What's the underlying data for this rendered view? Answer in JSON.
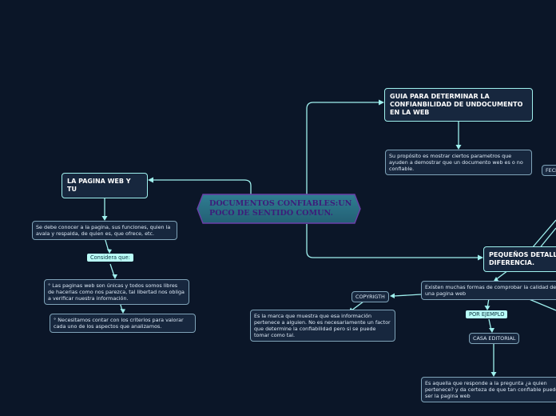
{
  "center": {
    "label": "DOCUMENTOS CONFIABLES:UN POCO DE SENTIDO COMUN."
  },
  "nodes": {
    "guia": "GUIA PARA DETERMINAR LA CONFIANBILIDAD DE UNDOCUMENTO EN LA WEB",
    "proposito": "Su propósito es mostrar ciertos parametros que ayuden a demostrar que un documento web es o no confiable.",
    "fecha": "FECH",
    "pagina_web": "LA PAGINA WEB Y TU",
    "conocer": "Se debe conocer a la pagina, sus funciones, quien la avala y respalda, de quien es, que ofrece, etc.",
    "considera": "Considera que:",
    "paginas_unicas": "° Las paginas web son únicas y todos somos libres de hacerlas como nos parezca, tal libertad nos obliga a verificar nuestra información.",
    "criterios": "° Necesitamos contar con los criterios para valorar cada uno de los aspectos que analizamos.",
    "pequenos": "PEQUEÑOS DETALL DIFERENCIA.",
    "existen": "Existen muchas formas de comprobar la calidad de una pagina web",
    "copyright": "COPYRIGTH",
    "marca": "Es la marca que muestra que esa información pertenece a alguien. No es necesariamente un factor que determine la confiabilidad pero si se puede tomar como tal.",
    "por_ejemplo": "POR EJEMPLO",
    "casa": "CASA EDITORIAL",
    "aquella": "Es aquella que responde a la pregunta ¿a quien pertenece? y da certeza de que tan confiable puede ser la pagina web"
  },
  "colors": {
    "background": "#0b1628",
    "link": "#9ff0ee",
    "node_fill": "#17273e",
    "center_fill": "#2b6f82",
    "center_border": "#6a3fa8",
    "center_text": "#3d1d7a",
    "tag_fill": "#b9fff8"
  }
}
